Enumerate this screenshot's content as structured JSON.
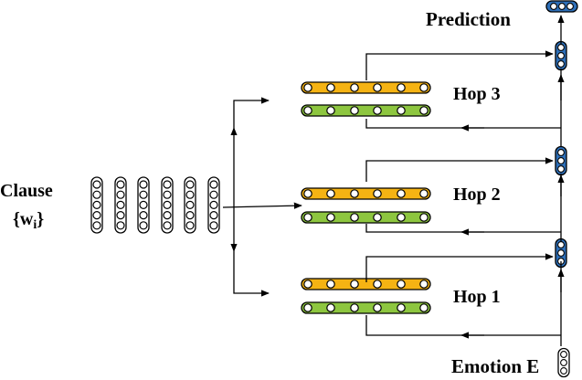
{
  "labels": {
    "prediction": "Prediction",
    "clause": "Clause",
    "words_var": "{w",
    "words_sub": "i",
    "words_close": "}",
    "emotion": "Emotion E",
    "hops": [
      "Hop 3",
      "Hop 2",
      "Hop 1"
    ]
  },
  "colors": {
    "attention_vector": "#f5b313",
    "memory_vector": "#8dc63f",
    "state_vector": "#2e6fb8",
    "stroke": "#000000",
    "node_fill": "#ffffff"
  }
}
